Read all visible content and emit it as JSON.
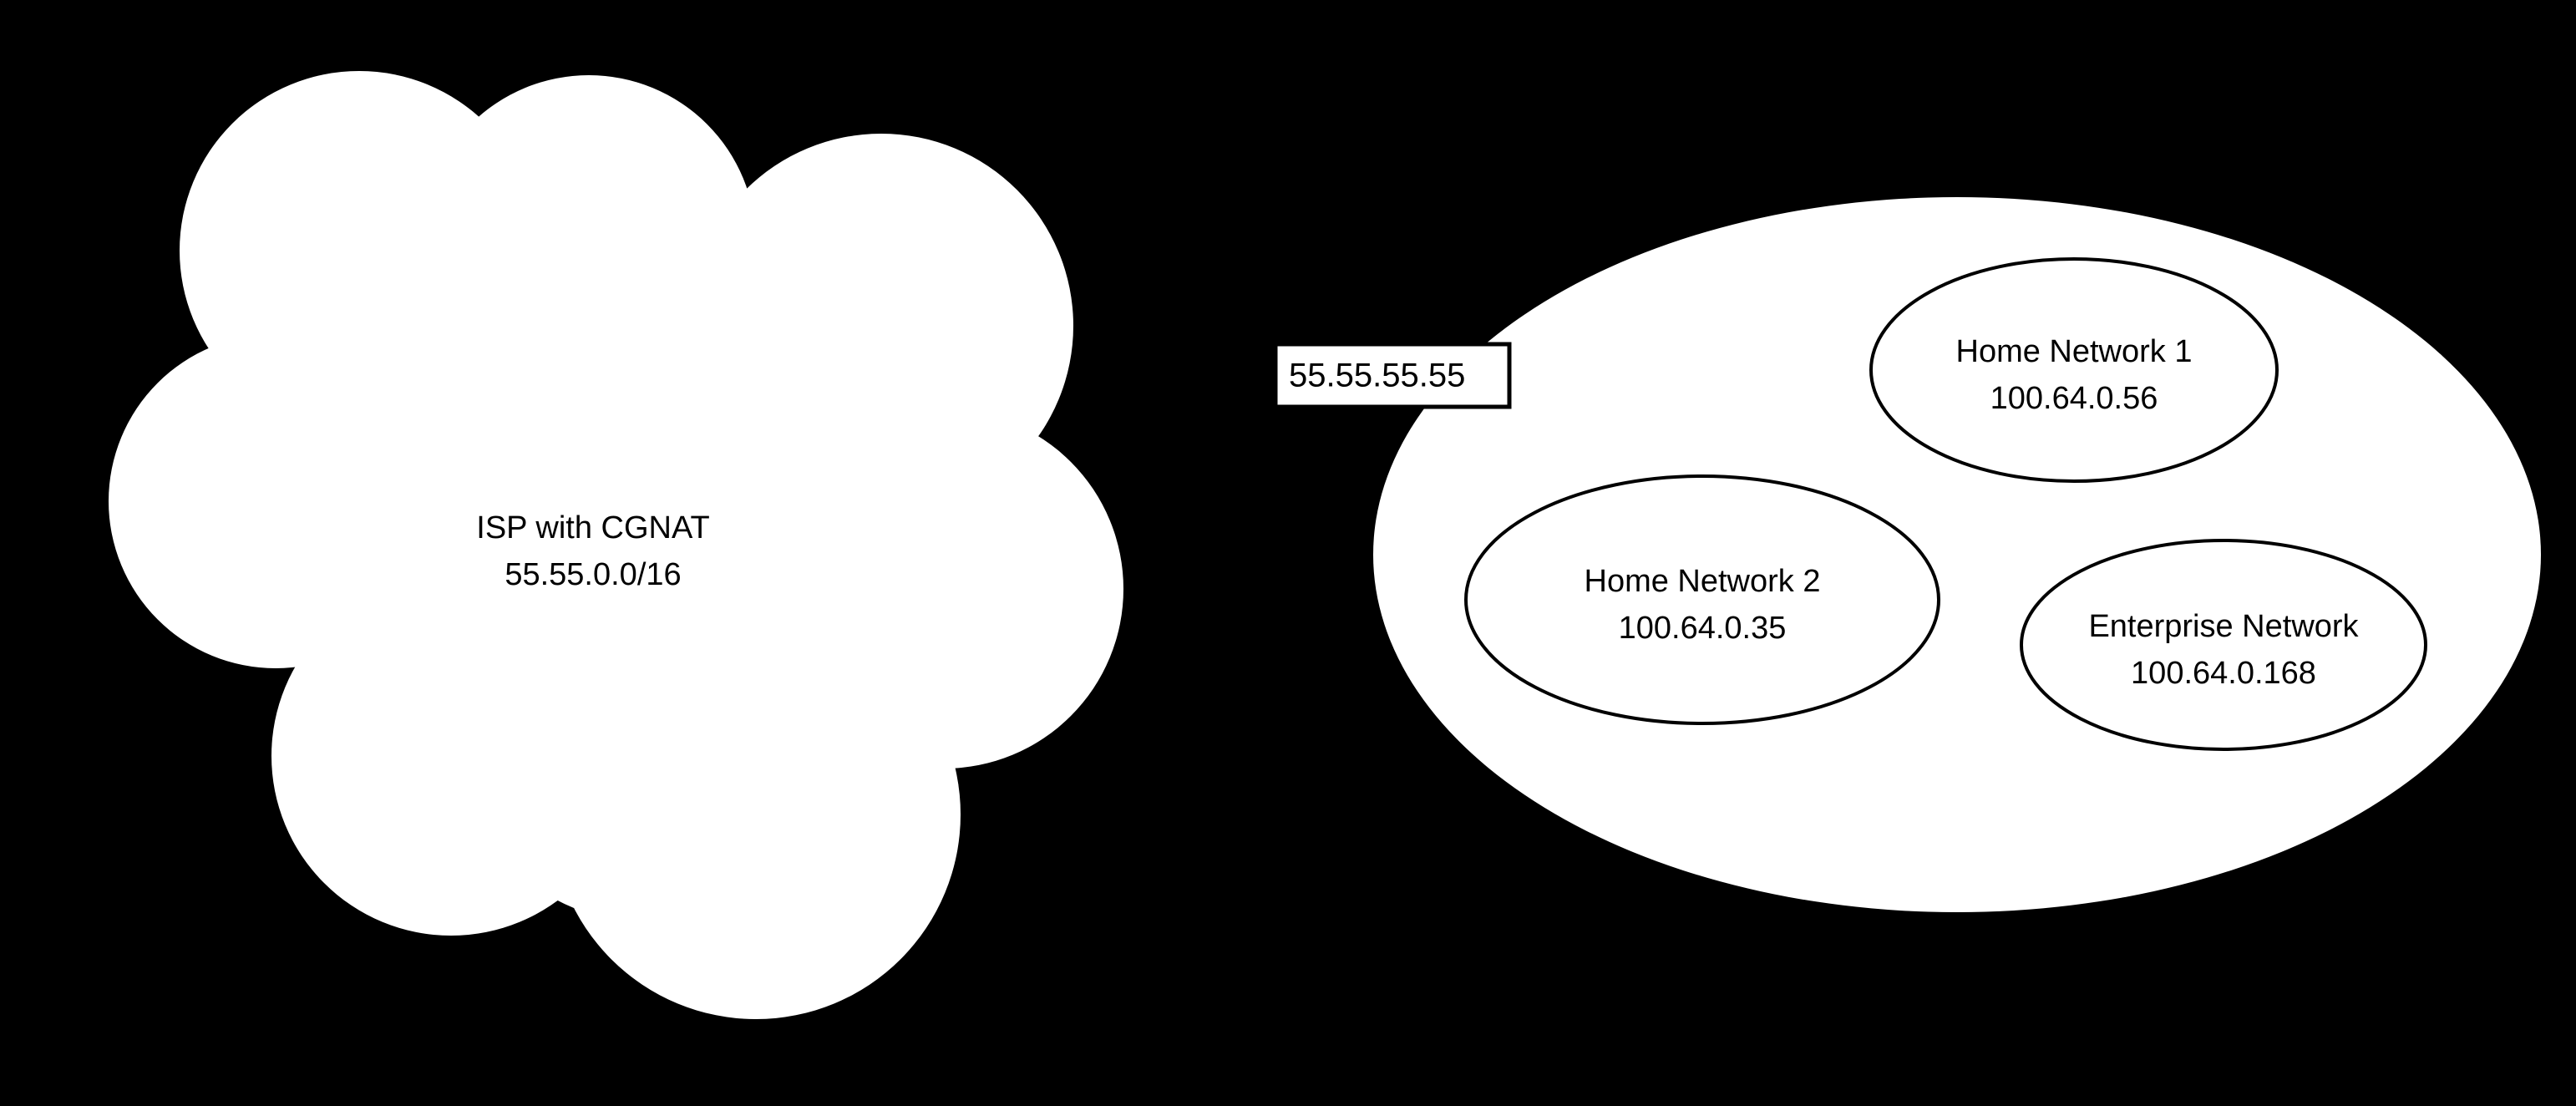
{
  "diagram": {
    "background_color": "#000000",
    "shape_fill_color": "#ffffff",
    "stroke_color": "#000000",
    "text_color": "#000000",
    "nodes": [
      {
        "id": "isp-cloud",
        "shape": "cloud",
        "name_line": "ISP with CGNAT",
        "address_line": "55.55.0.0/16"
      },
      {
        "id": "cgnat-region",
        "shape": "ellipse",
        "name_line": "",
        "address_line": ""
      },
      {
        "id": "home-network-1",
        "shape": "ellipse",
        "name_line": "Home Network 1",
        "address_line": "100.64.0.56"
      },
      {
        "id": "home-network-2",
        "shape": "ellipse",
        "name_line": "Home Network 2",
        "address_line": "100.64.0.35"
      },
      {
        "id": "enterprise-network",
        "shape": "ellipse",
        "name_line": "Enterprise Network",
        "address_line": "100.64.0.168"
      }
    ],
    "edge_labels": [
      {
        "id": "public-ip-label",
        "text": "55.55.55.55"
      }
    ]
  }
}
